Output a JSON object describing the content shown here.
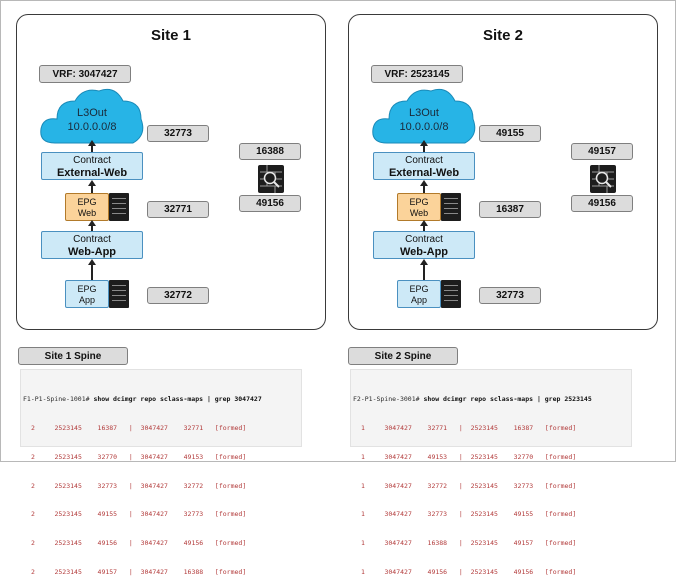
{
  "sites": [
    {
      "title": "Site 1",
      "vrf": "VRF: 3047427",
      "l3out_name": "L3Out",
      "l3out_subnet": "10.0.0.0/8",
      "l3out_sclass": "32773",
      "contract_ext": {
        "label": "Contract",
        "name": "External-Web"
      },
      "epg_web": {
        "label": "EPG",
        "name": "Web"
      },
      "epg_web_sclass": "32771",
      "contract_app": {
        "label": "Contract",
        "name": "Web-App"
      },
      "epg_app": {
        "label": "EPG",
        "name": "App"
      },
      "epg_app_sclass": "32772",
      "fw_sclass_top": "16388",
      "fw_sclass_bottom": "49156",
      "spine_label": "Site 1 Spine",
      "cli": {
        "prompt": "F1-P1-Spine-1001#",
        "command": "show dcimgr repo sclass-maps | grep 3047427",
        "rows": [
          "2     2523145    16387   |  3047427    32771   [formed]",
          "2     2523145    32770   |  3047427    49153   [formed]",
          "2     2523145    32773   |  3047427    32772   [formed]",
          "2     2523145    49155   |  3047427    32773   [formed]",
          "2     2523145    49156   |  3047427    49156   [formed]",
          "2     2523145    49157   |  3047427    16388   [formed]"
        ]
      }
    },
    {
      "title": "Site 2",
      "vrf": "VRF: 2523145",
      "l3out_name": "L3Out",
      "l3out_subnet": "10.0.0.0/8",
      "l3out_sclass": "49155",
      "contract_ext": {
        "label": "Contract",
        "name": "External-Web"
      },
      "epg_web": {
        "label": "EPG",
        "name": "Web"
      },
      "epg_web_sclass": "16387",
      "contract_app": {
        "label": "Contract",
        "name": "Web-App"
      },
      "epg_app": {
        "label": "EPG",
        "name": "App"
      },
      "epg_app_sclass": "32773",
      "fw_sclass_top": "49157",
      "fw_sclass_bottom": "49156",
      "spine_label": "Site 2 Spine",
      "cli": {
        "prompt": "F2-P1-Spine-3001#",
        "command": "show dcimgr repo sclass-maps | grep 2523145",
        "rows": [
          "1     3047427    32771   |  2523145    16387   [formed]",
          "1     3047427    49153   |  2523145    32770   [formed]",
          "1     3047427    32772   |  2523145    32773   [formed]",
          "1     3047427    32773   |  2523145    49155   [formed]",
          "1     3047427    16388   |  2523145    49157   [formed]",
          "1     3047427    49156   |  2523145    49156   [formed]"
        ]
      }
    }
  ],
  "colors": {
    "cloud_fill": "#27b4e6",
    "contract_fill": "#cde9f7",
    "epg_web_fill": "#fbd39a",
    "label_box_fill": "#dcdcdc",
    "cli_text": "#b23a3a"
  },
  "icons": [
    "cloud-icon",
    "server-icon",
    "firewall-icon",
    "arrow-up-icon"
  ]
}
